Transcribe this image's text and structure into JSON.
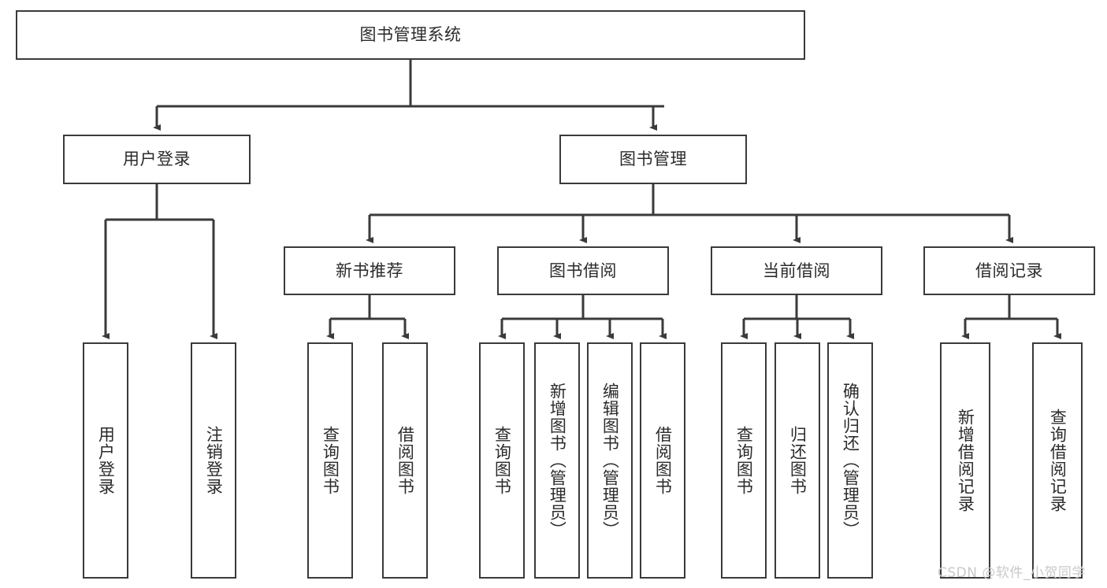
{
  "diagram": {
    "title": "图书管理系统",
    "type": "tree-hierarchy-chart",
    "root": {
      "label": "图书管理系统"
    },
    "level2": [
      {
        "label": "用户登录"
      },
      {
        "label": "图书管理"
      }
    ],
    "level3": [
      {
        "label": "新书推荐"
      },
      {
        "label": "图书借阅"
      },
      {
        "label": "当前借阅"
      },
      {
        "label": "借阅记录"
      }
    ],
    "leaves": [
      {
        "label": "用户登录"
      },
      {
        "label": "注销登录"
      },
      {
        "label": "查询图书"
      },
      {
        "label": "借阅图书"
      },
      {
        "label": "查询图书"
      },
      {
        "label": "新增图书（管理员）"
      },
      {
        "label": "编辑图书（管理员）"
      },
      {
        "label": "借阅图书"
      },
      {
        "label": "查询图书"
      },
      {
        "label": "归还图书"
      },
      {
        "label": "确认归还（管理员）"
      },
      {
        "label": "新增借阅记录"
      },
      {
        "label": "查询借阅记录"
      }
    ],
    "watermark": "CSDN @软件_小贺同学",
    "colors": {
      "stroke": "#3a3a3a",
      "text": "#2b2b2b",
      "background": "#ffffff",
      "watermark": "#c9c9c9"
    }
  }
}
